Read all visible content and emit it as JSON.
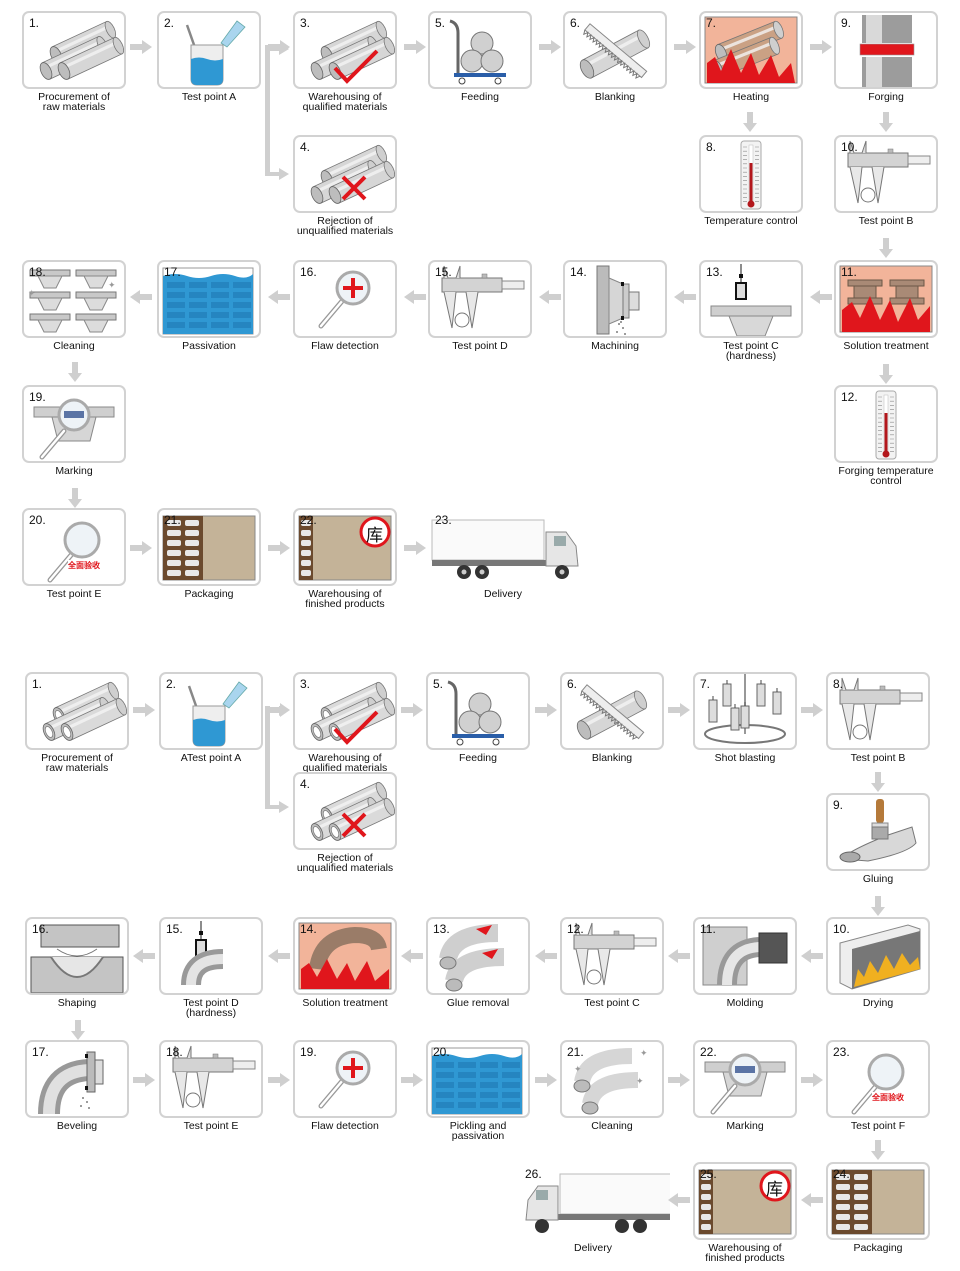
{
  "diagrams": [
    {
      "name": "flange-process",
      "steps": [
        {
          "num": "1.",
          "label": [
            "Procurement of",
            "raw materials"
          ],
          "icon": "steel-bars-icon"
        },
        {
          "num": "2.",
          "label": [
            "Test point A"
          ],
          "icon": "beaker-icon"
        },
        {
          "num": "3.",
          "label": [
            "Warehousing of",
            "qualified materials"
          ],
          "icon": "bars-check-icon"
        },
        {
          "num": "4.",
          "label": [
            "Rejection of",
            "unqualified materials"
          ],
          "icon": "bars-cross-icon"
        },
        {
          "num": "5.",
          "label": [
            "Feeding"
          ],
          "icon": "cart-icon"
        },
        {
          "num": "6.",
          "label": [
            "Blanking"
          ],
          "icon": "saw-icon"
        },
        {
          "num": "7.",
          "label": [
            "Heating"
          ],
          "icon": "furnace-icon"
        },
        {
          "num": "8.",
          "label": [
            "Temperature control"
          ],
          "icon": "thermometer-icon"
        },
        {
          "num": "9.",
          "label": [
            "Forging"
          ],
          "icon": "press-icon"
        },
        {
          "num": "10.",
          "label": [
            "Test point B"
          ],
          "icon": "caliper-icon"
        },
        {
          "num": "11.",
          "label": [
            "Solution treatment"
          ],
          "icon": "furnace-flange-icon"
        },
        {
          "num": "12.",
          "label": [
            "Forging temperature",
            "control"
          ],
          "icon": "thermometer-icon"
        },
        {
          "num": "13.",
          "label": [
            "Test point C (hardness)"
          ],
          "icon": "hardness-tester-icon"
        },
        {
          "num": "14.",
          "label": [
            "Machining"
          ],
          "icon": "lathe-icon"
        },
        {
          "num": "15.",
          "label": [
            "Test point D"
          ],
          "icon": "caliper-icon"
        },
        {
          "num": "16.",
          "label": [
            "Flaw detection"
          ],
          "icon": "magnifier-plus-icon"
        },
        {
          "num": "17.",
          "label": [
            "Passivation"
          ],
          "icon": "tank-icon"
        },
        {
          "num": "18.",
          "label": [
            "Cleaning"
          ],
          "icon": "flanges-sparkle-icon"
        },
        {
          "num": "19.",
          "label": [
            "Marking"
          ],
          "icon": "magnifier-logo-icon"
        },
        {
          "num": "20.",
          "label": [
            "Test point E"
          ],
          "icon": "magnifier-stamp-icon",
          "stamp": "全面验收"
        },
        {
          "num": "21.",
          "label": [
            "Packaging"
          ],
          "icon": "crate-icon"
        },
        {
          "num": "22.",
          "label": [
            "Warehousing of",
            "finished products"
          ],
          "icon": "warehouse-icon",
          "stamp": "库"
        },
        {
          "num": "23.",
          "label": [
            "Delivery"
          ],
          "icon": "truck-icon"
        }
      ]
    },
    {
      "name": "elbow-process",
      "steps": [
        {
          "num": "1.",
          "label": [
            "Procurement of",
            "raw materials"
          ],
          "icon": "pipes-icon"
        },
        {
          "num": "2.",
          "label": [
            "ATest point A"
          ],
          "icon": "beaker-icon"
        },
        {
          "num": "3.",
          "label": [
            "Warehousing of",
            "qualified materials"
          ],
          "icon": "pipes-check-icon"
        },
        {
          "num": "4.",
          "label": [
            "Rejection of",
            "unqualified materials"
          ],
          "icon": "pipes-cross-icon"
        },
        {
          "num": "5.",
          "label": [
            "Feeding"
          ],
          "icon": "cart-icon"
        },
        {
          "num": "6.",
          "label": [
            "Blanking"
          ],
          "icon": "saw-icon"
        },
        {
          "num": "7.",
          "label": [
            "Shot blasting"
          ],
          "icon": "shot-blast-icon"
        },
        {
          "num": "8.",
          "label": [
            "Test point B"
          ],
          "icon": "caliper-icon"
        },
        {
          "num": "9.",
          "label": [
            "Gluing"
          ],
          "icon": "brush-icon"
        },
        {
          "num": "10.",
          "label": [
            "Drying"
          ],
          "icon": "oven-icon"
        },
        {
          "num": "11.",
          "label": [
            "Molding"
          ],
          "icon": "mold-elbow-icon"
        },
        {
          "num": "12.",
          "label": [
            "Test point C"
          ],
          "icon": "caliper-icon"
        },
        {
          "num": "13.",
          "label": [
            "Glue removal"
          ],
          "icon": "elbows-glue-icon"
        },
        {
          "num": "14.",
          "label": [
            "Solution treatment"
          ],
          "icon": "furnace-elbow-icon"
        },
        {
          "num": "15.",
          "label": [
            "Test point D (hardness)"
          ],
          "icon": "hardness-tester-icon"
        },
        {
          "num": "16.",
          "label": [
            "Shaping"
          ],
          "icon": "die-icon"
        },
        {
          "num": "17.",
          "label": [
            "Beveling"
          ],
          "icon": "bevel-icon"
        },
        {
          "num": "18.",
          "label": [
            "Test point E"
          ],
          "icon": "caliper-icon"
        },
        {
          "num": "19.",
          "label": [
            "Flaw detection"
          ],
          "icon": "magnifier-plus-icon"
        },
        {
          "num": "20.",
          "label": [
            "Pickling and passivation"
          ],
          "icon": "tank-icon"
        },
        {
          "num": "21.",
          "label": [
            "Cleaning"
          ],
          "icon": "elbows-sparkle-icon"
        },
        {
          "num": "22.",
          "label": [
            "Marking"
          ],
          "icon": "magnifier-logo-icon"
        },
        {
          "num": "23.",
          "label": [
            "Test point F"
          ],
          "icon": "magnifier-stamp-icon",
          "stamp": "全面验收"
        },
        {
          "num": "24.",
          "label": [
            "Packaging"
          ],
          "icon": "crate-icon"
        },
        {
          "num": "25.",
          "label": [
            "Warehousing of",
            "finished products"
          ],
          "icon": "warehouse-icon",
          "stamp": "库"
        },
        {
          "num": "26.",
          "label": [
            "Delivery"
          ],
          "icon": "truck-icon"
        }
      ]
    }
  ],
  "colors": {
    "border": "#d2d2d2",
    "arrow": "#cfcfcf",
    "steel": "#c9c9c9",
    "red": "#e0161c",
    "blue": "#2f98d3",
    "flame_bg": "#f2b49a",
    "carton": "#c4b398"
  }
}
